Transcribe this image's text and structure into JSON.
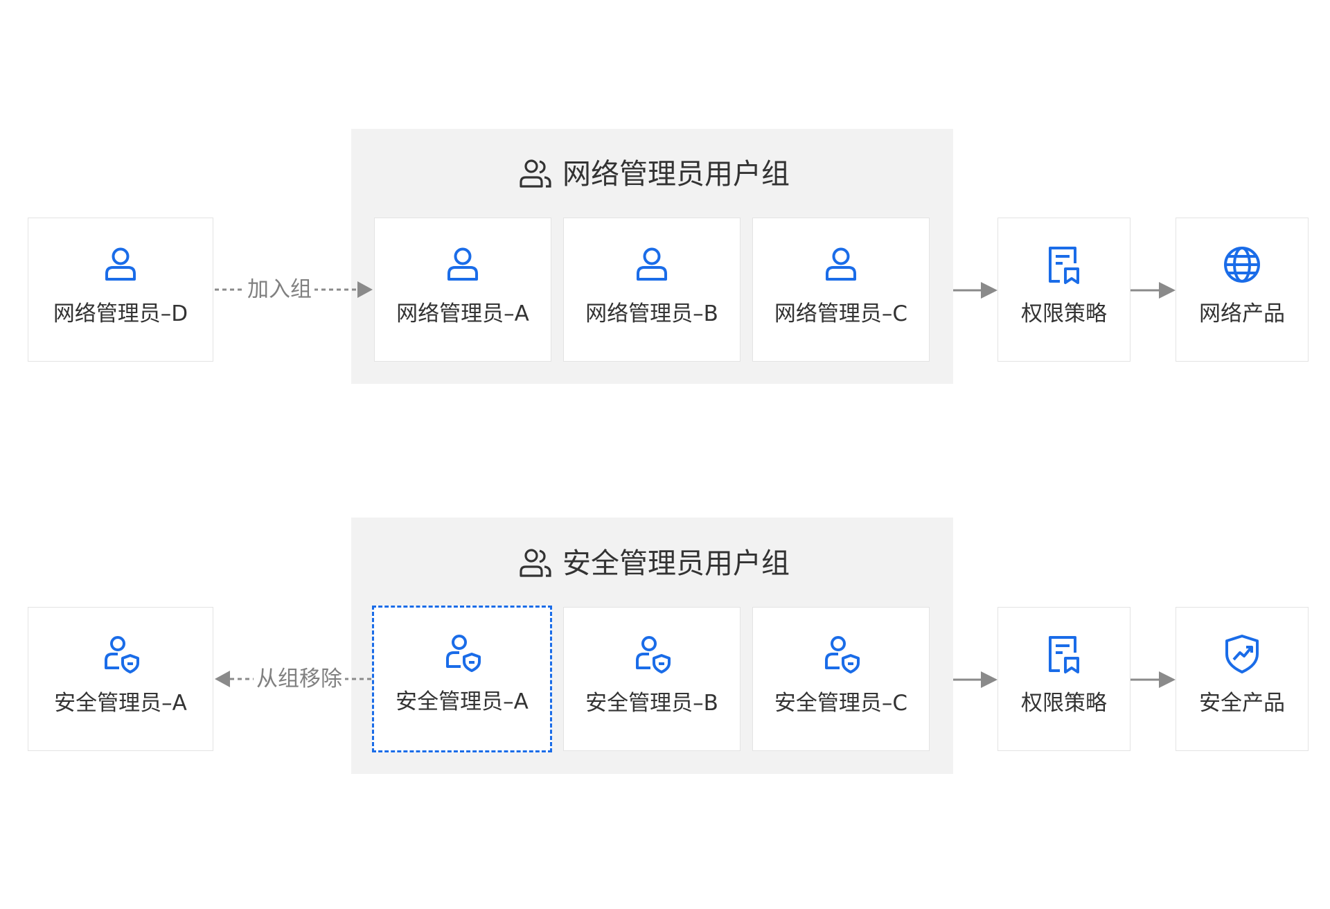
{
  "accent_color": "#1a6ce8",
  "network": {
    "group_title": "网络管理员用户组",
    "outside_member": "网络管理员–D",
    "action_label": "加入组",
    "members": [
      "网络管理员–A",
      "网络管理员–B",
      "网络管理员–C"
    ],
    "policy": "权限策略",
    "product": "网络产品",
    "icons": {
      "member": "user-icon",
      "group": "user-group-icon",
      "policy": "policy-doc-icon",
      "product": "globe-icon"
    }
  },
  "security": {
    "group_title": "安全管理员用户组",
    "outside_member": "安全管理员–A",
    "action_label": "从组移除",
    "members": [
      "安全管理员–A",
      "安全管理员–B",
      "安全管理员–C"
    ],
    "policy": "权限策略",
    "product": "安全产品",
    "icons": {
      "member": "user-shield-icon",
      "group": "user-group-icon",
      "policy": "policy-doc-icon",
      "product": "shield-trend-icon"
    }
  }
}
